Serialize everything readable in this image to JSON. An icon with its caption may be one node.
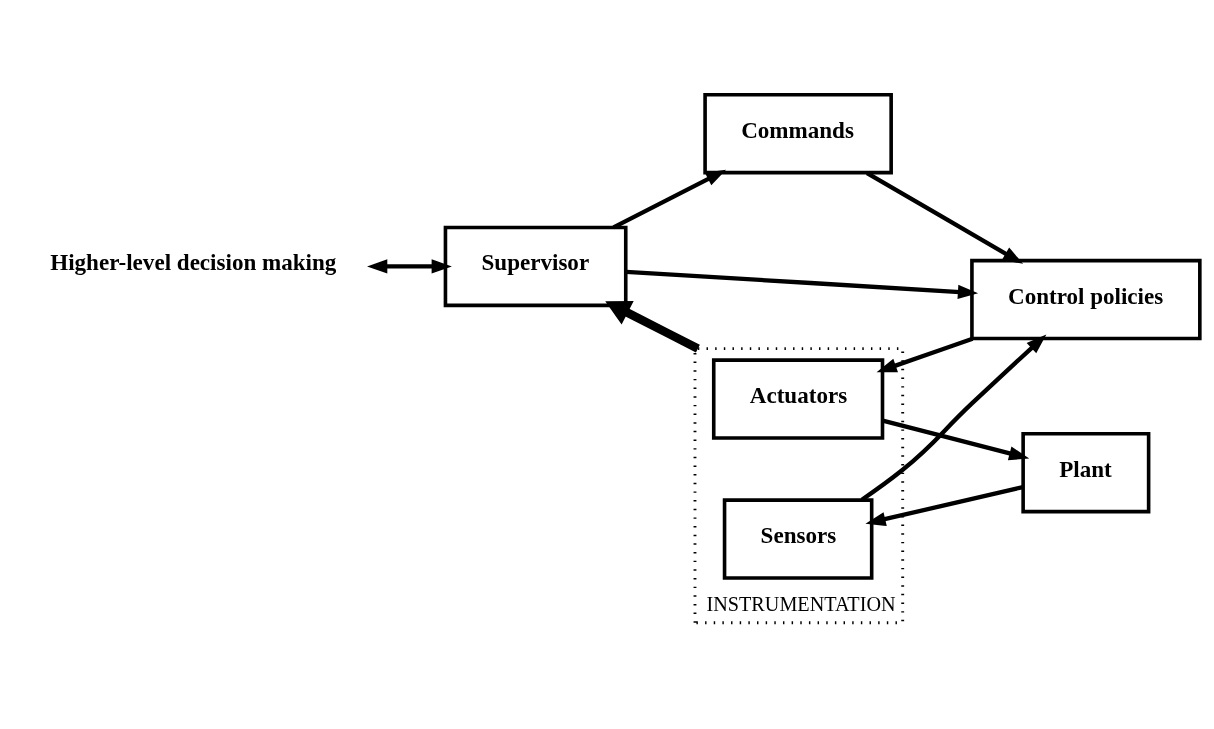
{
  "diagram": {
    "nodes": [
      {
        "text": [
          "Higher-level decision making"
        ]
      },
      {
        "text": [
          "Supervisor"
        ]
      },
      {
        "text": [
          "Commands"
        ]
      },
      {
        "text": [
          "Control policies"
        ]
      },
      {
        "text": [
          "INSTRUMENTATION"
        ]
      },
      {
        "text": [
          "Actuators"
        ],
        "in": 4
      },
      {
        "text": [
          "Plant"
        ]
      },
      {
        "text": [
          "Sensors"
        ],
        "in": 4
      }
    ],
    "edges": [
      {
        "from": 0,
        "to": 1,
        "arrow": "both"
      },
      {
        "from": 1,
        "to": 3,
        "arrow": "to"
      },
      {
        "from": 1,
        "to": 2,
        "arrow": "to"
      },
      {
        "from": 2,
        "to": 3,
        "arrow": "to"
      },
      {
        "from": 3,
        "to": 5,
        "arrow": "to"
      },
      {
        "from": 5,
        "to": 6,
        "arrow": "to"
      },
      {
        "from": 6,
        "to": 7,
        "arrow": "to"
      },
      {
        "from": 7,
        "to": 3,
        "arrow": "to"
      },
      {
        "from": 4,
        "to": 1,
        "arrow": "to",
        "style": "thick"
      }
    ]
  }
}
